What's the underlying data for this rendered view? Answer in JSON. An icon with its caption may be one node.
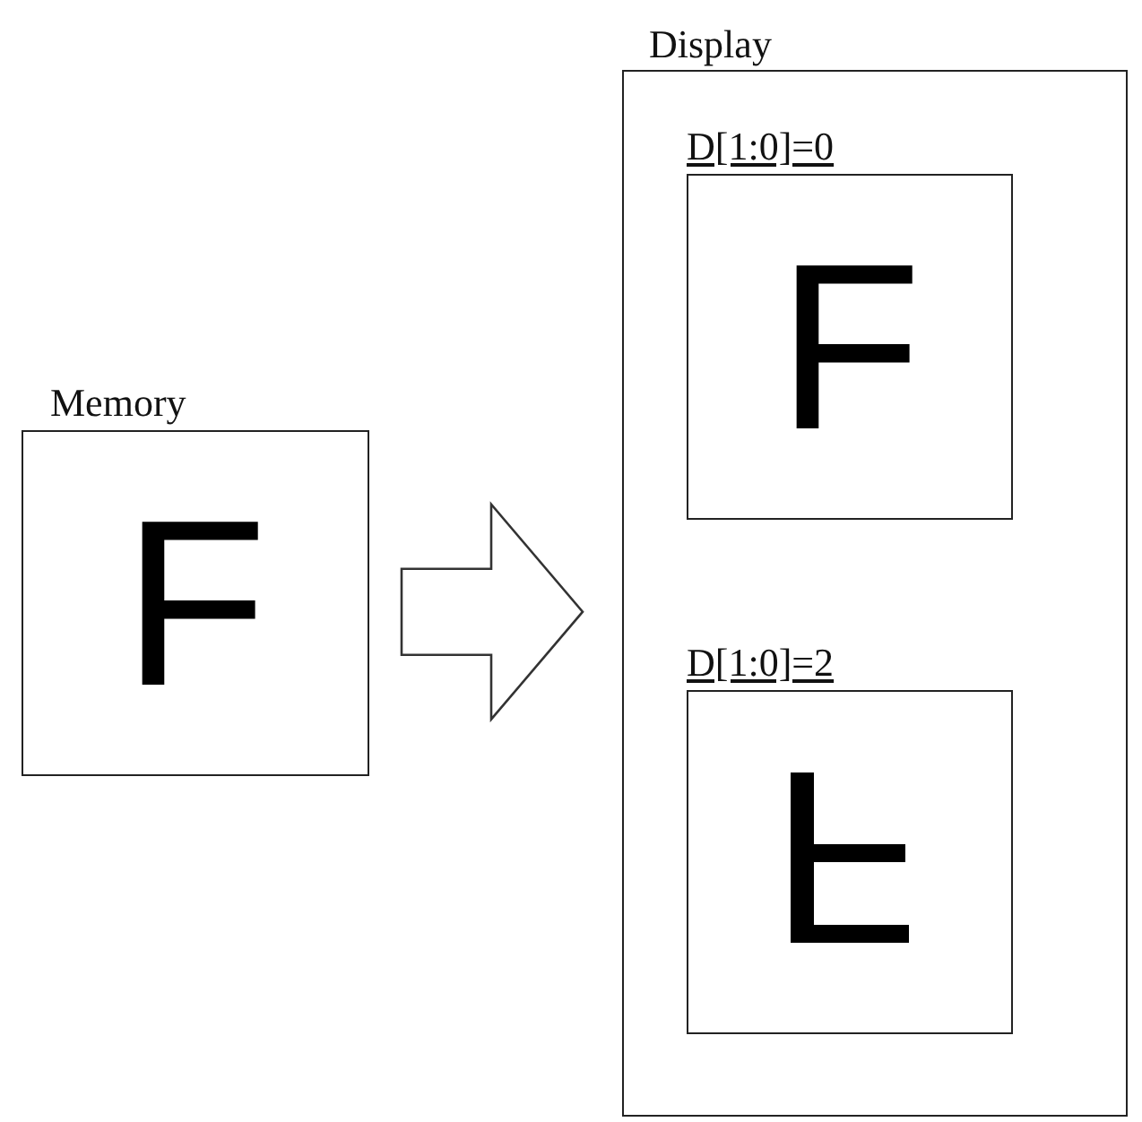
{
  "diagram": {
    "nodes": [
      {
        "text": [
          "Memory",
          "F"
        ]
      },
      {
        "text": [
          "Display"
        ]
      },
      {
        "text": [
          "D[1:0]=0",
          "F"
        ],
        "in": 1
      },
      {
        "text": [
          "D[1:0]=2"
        ],
        "in": 1
      }
    ],
    "edges": [
      {
        "from": 0,
        "to": 1,
        "arrow": "to"
      }
    ]
  }
}
